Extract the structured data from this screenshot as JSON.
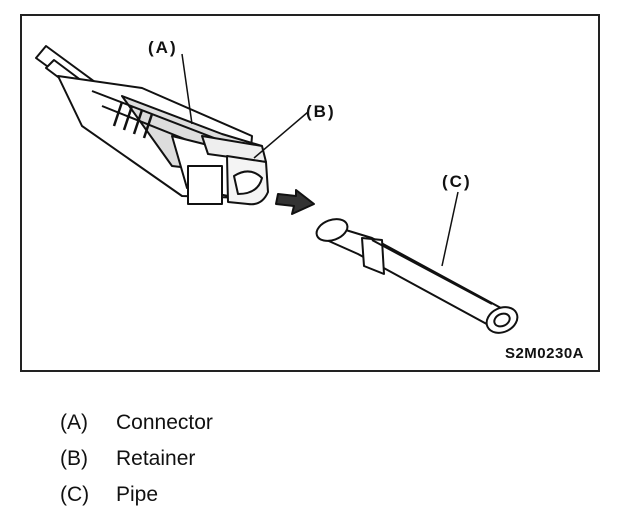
{
  "figure": {
    "code": "S2M0230A",
    "callouts": {
      "a": "(A)",
      "b": "(B)",
      "c": "(C)"
    }
  },
  "legend": [
    {
      "key": "(A)",
      "label": "Connector"
    },
    {
      "key": "(B)",
      "label": "Retainer"
    },
    {
      "key": "(C)",
      "label": "Pipe"
    }
  ]
}
